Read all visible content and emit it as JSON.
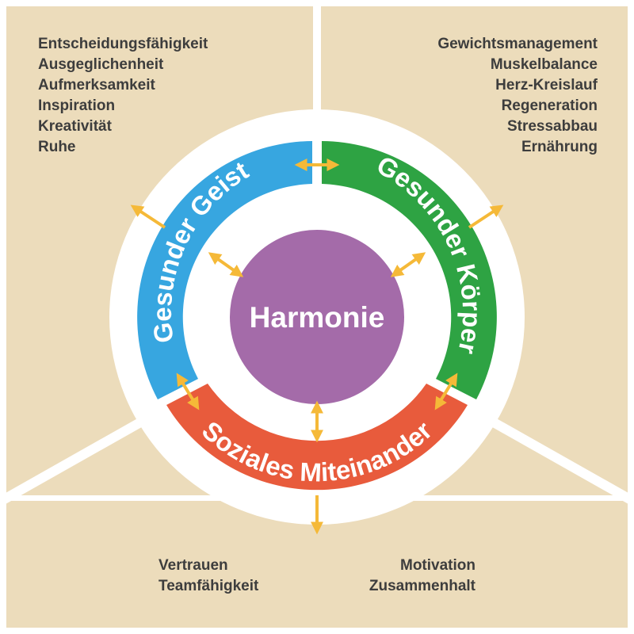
{
  "center": {
    "label": "Harmonie"
  },
  "segments": {
    "geist": {
      "label": "Gesunder Geist",
      "color": "#37a6e0"
    },
    "koerper": {
      "label": "Gesunder Körper",
      "color": "#2ea343"
    },
    "sozial": {
      "label": "Soziales Miteinander",
      "color": "#e85b3c"
    }
  },
  "lists": {
    "top_left": [
      "Entscheidungsfähigkeit",
      "Ausgeglichenheit",
      "Aufmerksamkeit",
      "Inspiration",
      "Kreativität",
      "Ruhe"
    ],
    "top_right": [
      "Gewichtsmanagement",
      "Muskelbalance",
      "Herz-Kreislauf",
      "Regeneration",
      "Stressabbau",
      "Ernährung"
    ],
    "bottom_left": [
      "Vertrauen",
      "Teamfähigkeit"
    ],
    "bottom_right": [
      "Motivation",
      "Zusammenhalt"
    ]
  },
  "colors": {
    "panel": "#ecdcbb",
    "circle": "#a46ba9",
    "arrow": "#f5b938",
    "background": "#ffffff"
  }
}
